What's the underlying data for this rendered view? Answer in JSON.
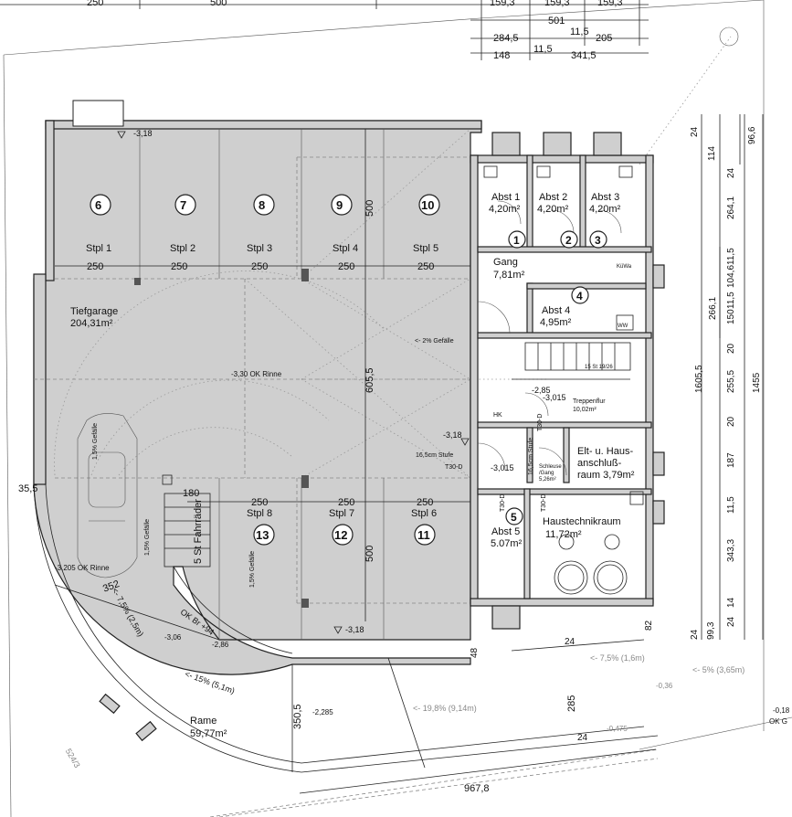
{
  "top_dims": {
    "row1": [
      "250",
      "500",
      "159,3",
      "159,3",
      "159,3"
    ],
    "row2": "501",
    "row3": [
      "284,5",
      "11,5",
      "205"
    ],
    "row4": [
      "148",
      "11,5",
      "341,5"
    ]
  },
  "right_dims": {
    "col1": [
      "24",
      "114",
      "24",
      "264,1",
      "11,5",
      "104,6",
      "11,5",
      "150",
      "20",
      "255,5",
      "20",
      "187",
      "11,5",
      "343,3",
      "14",
      "24"
    ],
    "col2": "96,6",
    "col3": "266,1",
    "col4": "1605,5",
    "col5": "1455",
    "bottom_right": [
      "24",
      "99,3",
      "82"
    ]
  },
  "parking": [
    {
      "num": "6",
      "label": "Stpl 1"
    },
    {
      "num": "7",
      "label": "Stpl 2"
    },
    {
      "num": "8",
      "label": "Stpl 3"
    },
    {
      "num": "9",
      "label": "Stpl 4"
    },
    {
      "num": "10",
      "label": "Stpl 5"
    },
    {
      "num": "13",
      "label": "Stpl 8"
    },
    {
      "num": "12",
      "label": "Stpl 7"
    },
    {
      "num": "11",
      "label": "Stpl 6"
    }
  ],
  "bay_widths_top": [
    "250",
    "250",
    "250",
    "250",
    "250"
  ],
  "bay_widths_bottom": [
    "180",
    "250",
    "250",
    "250"
  ],
  "bay_depth": [
    "500",
    "605,5",
    "500"
  ],
  "garage": {
    "name": "Tiefgarage",
    "area": "204,31m²"
  },
  "rooms": [
    {
      "id": "abst1",
      "name": "Abst 1",
      "area": "4,20m²",
      "num": "1"
    },
    {
      "id": "abst2",
      "name": "Abst 2",
      "area": "4,20m²",
      "num": "2"
    },
    {
      "id": "abst3",
      "name": "Abst 3",
      "area": "4,20m²",
      "num": "3"
    },
    {
      "id": "gang",
      "name": "Gang",
      "area": "7,81m²"
    },
    {
      "id": "abst4",
      "name": "Abst 4",
      "area": "4,95m²",
      "num": "4"
    },
    {
      "id": "treppe",
      "name": "Treppenflur",
      "area": "10,02m²"
    },
    {
      "id": "elt",
      "name": "Elt- u. Haus-",
      "name2": "anschluß-",
      "name3": "raum 3,79m²"
    },
    {
      "id": "schleuse",
      "name": "Schleuse",
      "name2": "/Gang",
      "area": "5,26m²"
    },
    {
      "id": "abst5",
      "name": "Abst 5",
      "area": "5.07m²",
      "num": "5"
    },
    {
      "id": "htr",
      "name": "Haustechnikraum",
      "area": "11,72m²"
    }
  ],
  "ramp": {
    "name": "Rame",
    "area": "59,77m²"
  },
  "labels": {
    "lvl1": "-3,18",
    "lvl2": "-3,30 OK Rinne",
    "lvl3": "-3,18",
    "lvl4": "-3,015",
    "lvl5": "-3,015",
    "lvl6": "-3,205 OK Rinne",
    "lvl7": "-3,18",
    "lvl8": "-3,06",
    "lvl9": "-2,86",
    "lvl10": "-2,85",
    "lvl11": "-2,285",
    "lvl12": "-0,36",
    "lvl13": "-0,475",
    "lvl14": "-0,18",
    "lvl15": "OK G",
    "slope1": "<- 2% Gefälle",
    "slope2": "1,5% Gefälle",
    "slope3": "1,5% Gefälle",
    "slope4": "1,5% Gefälle",
    "slope5": "<- 15% (5,1m)",
    "slope6": "<- 19,8% (9,14m)",
    "slope7": "<- 7,5% (1,6m)",
    "slope8": "<- 5% (3,65m)",
    "slope9": "<- 7,5% (2,5m)",
    "ok_br": "OK Br +94",
    "fahrrad": "5 St Fahrräder",
    "stufe1": "16,5cm Stufe",
    "stufe2": "16,5cm Stufe",
    "t30a": "T30-D",
    "t30b": "T30-D",
    "t30c": "T30-D",
    "t30d": "T30-D",
    "kuwa": "KüWa",
    "ww": "WW",
    "hk": "HK",
    "stair": "15 St 19/26",
    "dim352": "352",
    "dim350": "350,5",
    "dim285": "285",
    "dim24a": "24",
    "dim24b": "24",
    "dim35": "35,5",
    "dim967": "967,8",
    "dim48": "48",
    "parcel": "524/3",
    "dim180": "180"
  }
}
